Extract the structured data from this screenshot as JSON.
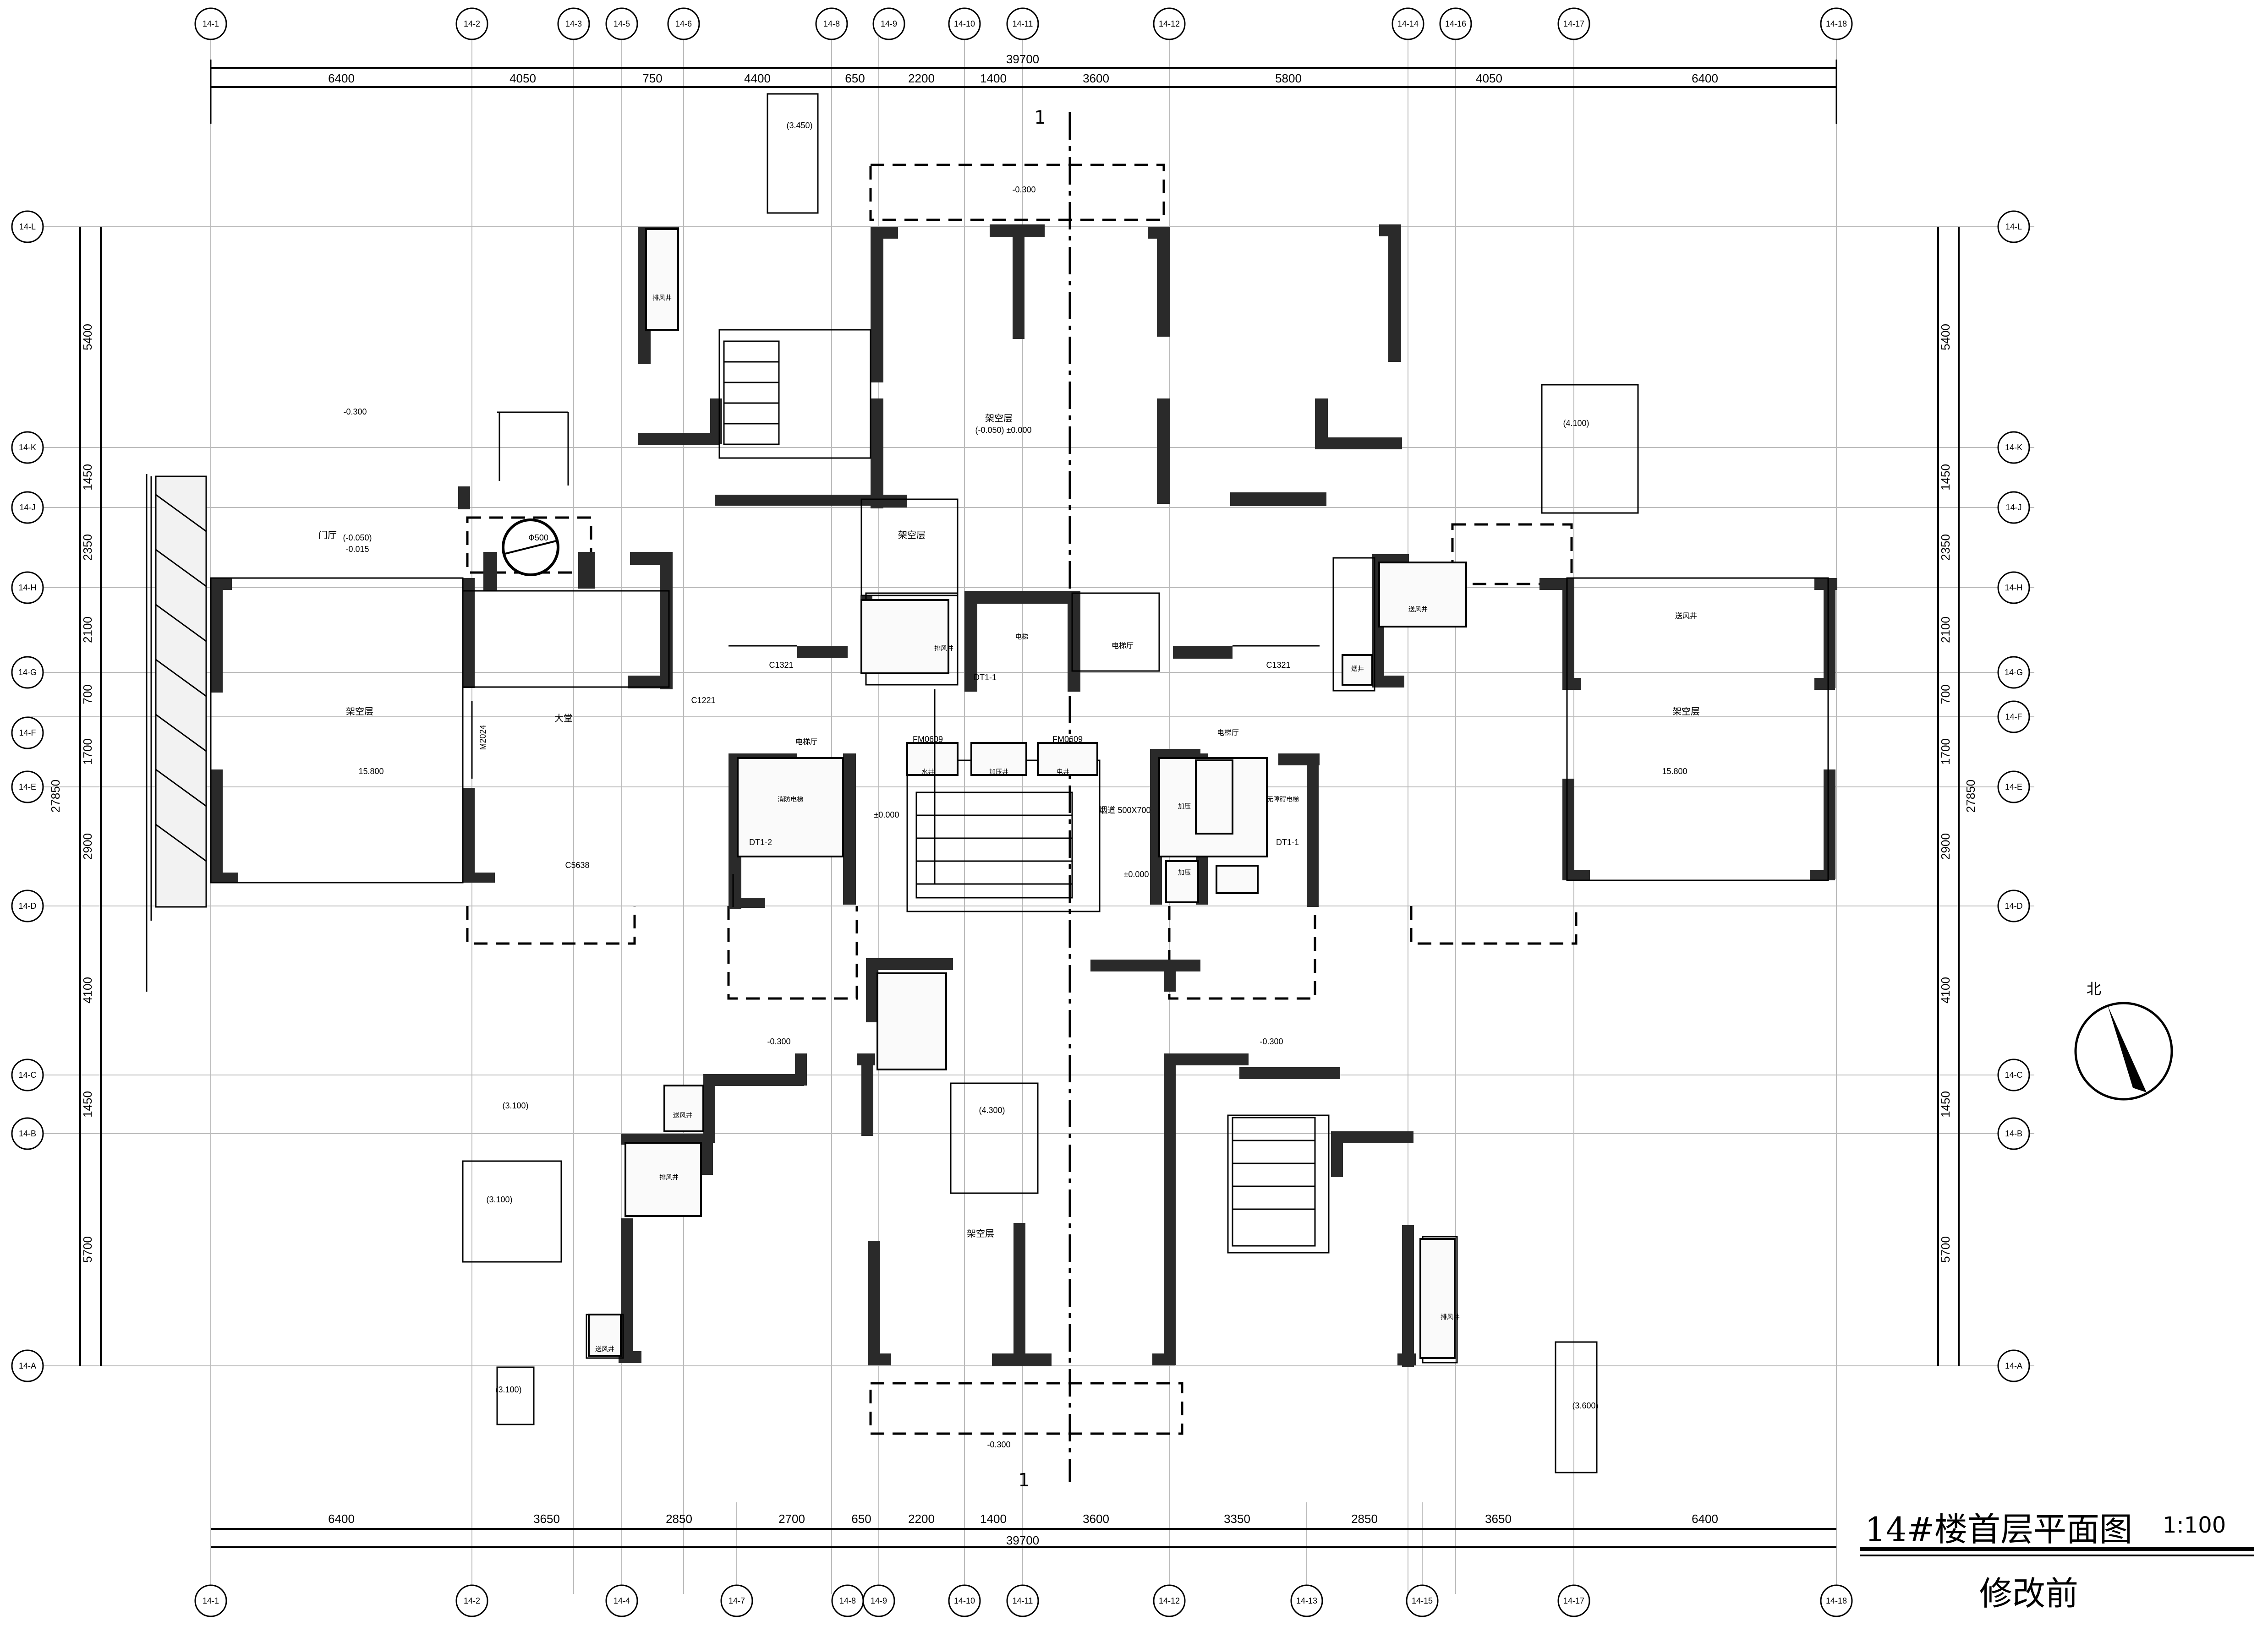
{
  "drawing": {
    "title": "14#楼首层平面图",
    "scale": "1:100",
    "revision": "修改前"
  },
  "axes": {
    "top": [
      "14-1",
      "14-2",
      "14-3",
      "14-5",
      "14-6",
      "14-8",
      "14-9",
      "14-10",
      "14-11",
      "14-12",
      "14-14",
      "14-16",
      "14-17",
      "14-18"
    ],
    "bottom": [
      "14-1",
      "14-2",
      "14-4",
      "14-7",
      "14-8",
      "14-9",
      "14-10",
      "14-11",
      "14-12",
      "14-13",
      "14-15",
      "14-17",
      "14-18"
    ],
    "rows": [
      "14-L",
      "14-K",
      "14-J",
      "14-H",
      "14-G",
      "14-F",
      "14-E",
      "14-D",
      "14-C",
      "14-B",
      "14-A"
    ]
  },
  "dimensions": {
    "top_segments": [
      "6400",
      "4050",
      "750",
      "4400",
      "650",
      "2200",
      "1400",
      "3600",
      "5800",
      "4050",
      "6400"
    ],
    "top_total": "39700",
    "bottom_segments": [
      "6400",
      "3650",
      "2850",
      "2700",
      "650",
      "2200",
      "1400",
      "3600",
      "3350",
      "2850",
      "3650",
      "6400"
    ],
    "bottom_total": "39700",
    "side_segments": [
      "5400",
      "1450",
      "2350",
      "2100",
      "700",
      "1700",
      "2900",
      "4100",
      "1450",
      "5700"
    ],
    "side_total": "27850"
  },
  "labels": {
    "overhead_left": "架空层",
    "overhead_right": "架空层",
    "overhead_top": "架空层",
    "overhead_bottom": "架空层",
    "overhead_mid": "架空层",
    "lobby": "大堂",
    "entrance": "门厅",
    "elevator_hall_1": "电梯厅",
    "elevator_hall_2": "电梯厅",
    "elevator_hall_3": "电梯厅",
    "vent_shaft_1": "排风井",
    "vent_shaft_2": "排风井",
    "vent_shaft_3": "排风井",
    "supply_shaft_1": "送风井",
    "supply_shaft_2": "送风井",
    "supply_shaft_3": "送风井",
    "water_well": "水井",
    "pressure_well": "加压井",
    "electric_well": "电井",
    "pressure_1": "加压",
    "pressure_2": "加压",
    "smoke_well": "烟井",
    "firefighter_lift": "消防电梯",
    "accessible_lift": "无障碍电梯",
    "lift_car": "电梯",
    "window_c1321_a": "C1321",
    "window_c1321_b": "C1321",
    "window_c1221": "C1221",
    "window_c5638": "C5638",
    "door_m2024": "M2024",
    "door_fm0609a": "FM0609",
    "door_fm0609b": "FM0609",
    "dt1": "DT1-1",
    "dt2": "DT1-2",
    "dt3": "DT1-1",
    "flue": "烟道 500X700",
    "section": "1",
    "north": "北"
  },
  "elevations": {
    "e1": "-0.300",
    "e2": "(-0.050)\n±0.000",
    "e3": "(3.450)",
    "e4": "(4.100)",
    "e5": "(4.300)",
    "e6": "(3.100)",
    "e7": "(3.100)",
    "e8": "(3.100)",
    "e9": "(3.600)",
    "e10": "-0.300",
    "e11": "-0.300",
    "e12": "-0.300",
    "e13": "-0.300",
    "e14": "15.800",
    "e15": "15.800",
    "e16": "(-0.050)",
    "e17": "-0.015",
    "e18": "±0.000",
    "e19": "±0.000"
  }
}
